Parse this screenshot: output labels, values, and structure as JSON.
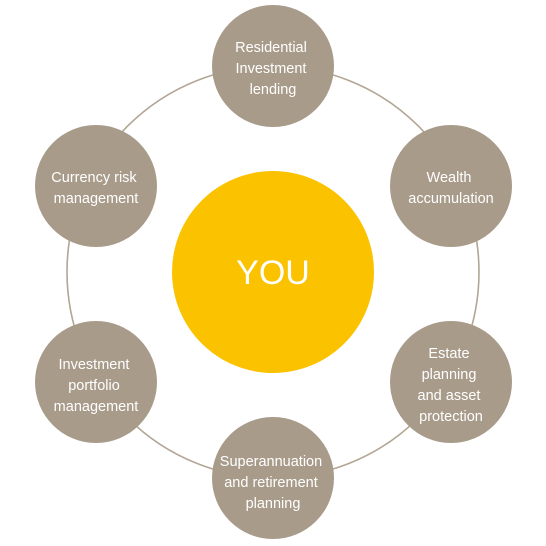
{
  "colors": {
    "center": "#fbc200",
    "satellite": "#a89b8a",
    "ring": "#b2a695",
    "text": "#ffffff"
  },
  "center": {
    "label": "YOU"
  },
  "nodes": [
    {
      "label_lines": [
        "Residential",
        "Investment",
        "lending"
      ]
    },
    {
      "label_lines": [
        "Wealth",
        "accumulation"
      ]
    },
    {
      "label_lines": [
        "Estate",
        "planning",
        "and asset",
        "protection"
      ]
    },
    {
      "label_lines": [
        "Superannuation",
        "and retirement",
        "planning"
      ]
    },
    {
      "label_lines": [
        "Investment",
        "portfolio",
        "management"
      ]
    },
    {
      "label_lines": [
        "Currency risk",
        "management"
      ]
    }
  ]
}
